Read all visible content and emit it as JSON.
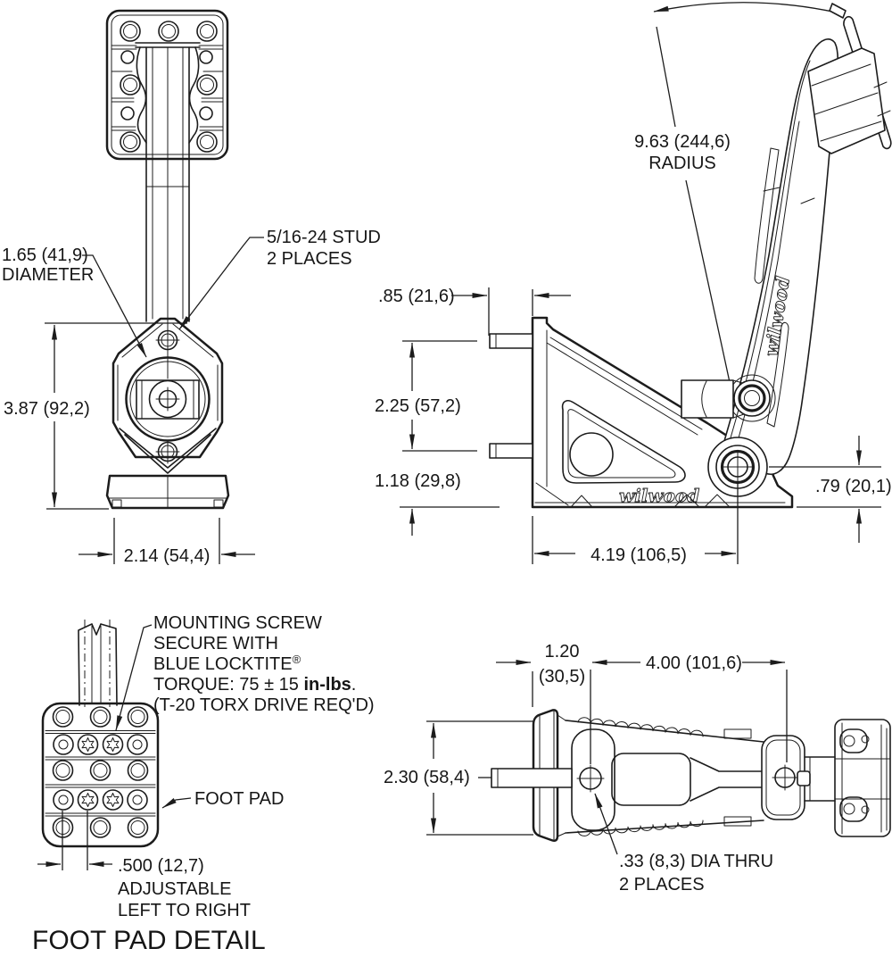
{
  "drawing_title": "FOOT PAD DETAIL",
  "colors": {
    "line": "#1c1c1c",
    "background": "#ffffff"
  },
  "front_view": {
    "dim_diameter_l1": "1.65 (41,9)",
    "dim_diameter_l2": "DIAMETER",
    "stud_label_l1": "5/16-24 STUD",
    "stud_label_l2": "2 PLACES",
    "dim_height": "3.87 (92,2)",
    "dim_width": "2.14 (54,4)"
  },
  "side_view": {
    "dim_radius_l1": "9.63 (244,6)",
    "dim_radius_l2": "RADIUS",
    "dim_stud_protrusion": ".85 (21,6)",
    "dim_stud_spacing": "2.25 (57,2)",
    "dim_lower_stud_height": "1.18 (29,8)",
    "dim_pivot_height": ".79 (20,1)",
    "dim_base_length": "4.19 (106,5)",
    "brand": "wilwood"
  },
  "footpad_detail": {
    "note_l1": "MOUNTING SCREW",
    "note_l2": "SECURE WITH",
    "note_l3": "BLUE LOCKTITE",
    "note_l3_sup": "®",
    "note_l4_a": "TORQUE: 75 ± 15 ",
    "note_l4_b": "in-lbs",
    "note_l4_c": ".",
    "note_l5": "(T-20 TORX DRIVE REQ'D)",
    "footpad_label": "FOOT PAD",
    "dim_hole_spacing": ".500 (12,7)",
    "adjust_l1": "ADJUSTABLE",
    "adjust_l2": "LEFT TO RIGHT",
    "title": "FOOT PAD DETAIL"
  },
  "top_view": {
    "dim_pad_offset_l1": "1.20",
    "dim_pad_offset_l2": "(30,5)",
    "dim_hole_spacing": "4.00 (101,6)",
    "dim_pad_height": "2.30 (58,4)",
    "hole_label_l1": ".33 (8,3) DIA THRU",
    "hole_label_l2": "2 PLACES"
  }
}
